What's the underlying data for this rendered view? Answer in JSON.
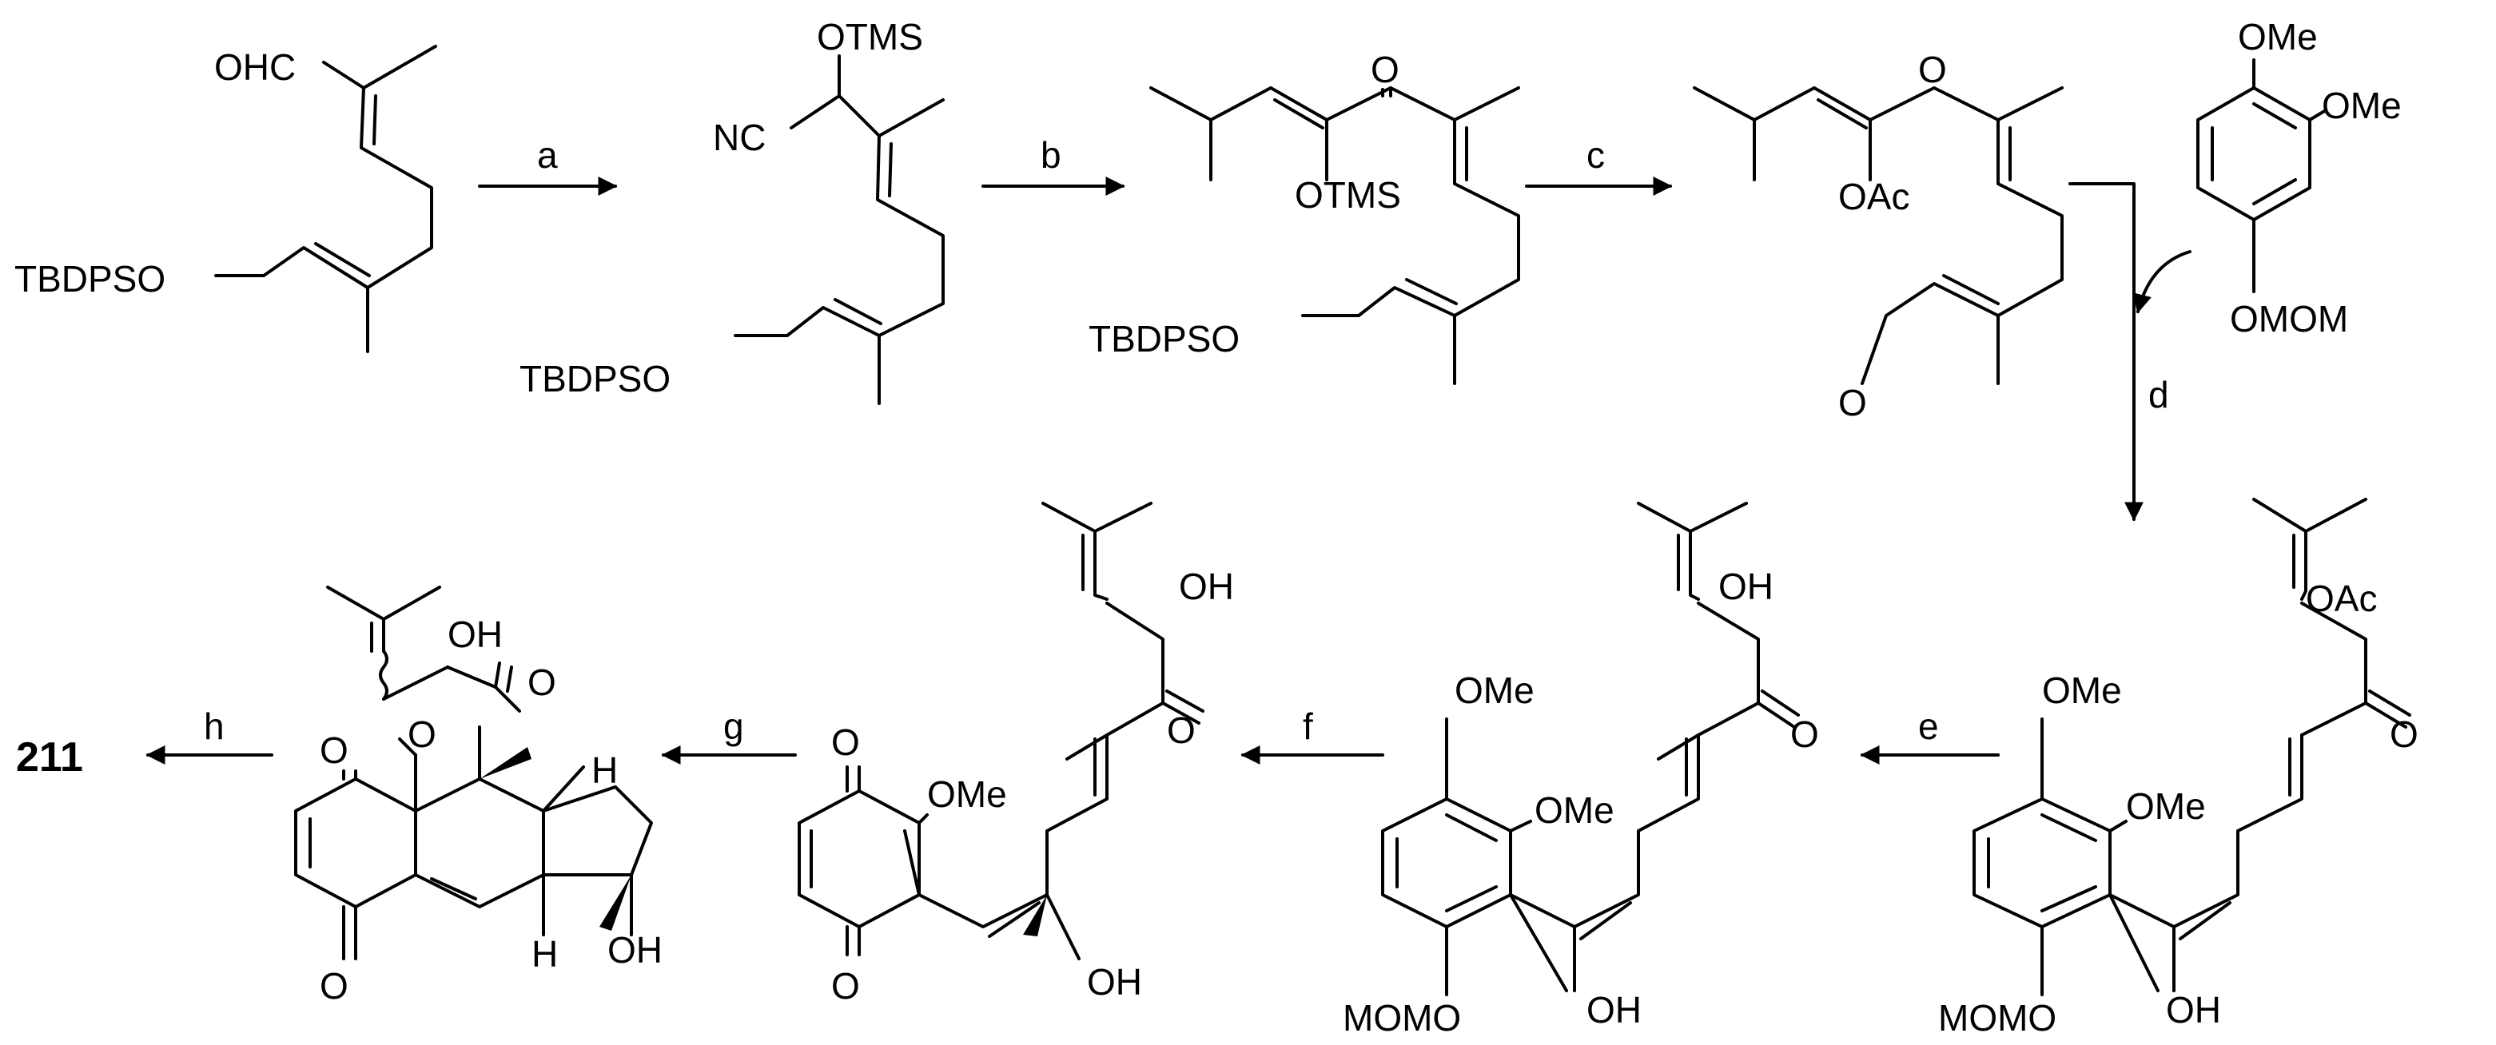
{
  "scheme": {
    "compound_number": "211",
    "steps": {
      "a": "a",
      "b": "b",
      "c": "c",
      "d": "d",
      "e": "e",
      "f": "f",
      "g": "g",
      "h": "h"
    },
    "labels": {
      "tbdpso": "TBDPSO",
      "ohc": "OHC",
      "otms": "OTMS",
      "nc": "NC",
      "oac": "OAc",
      "o": "O",
      "oh": "OH",
      "ome": "OMe",
      "omom": "OMOM",
      "momo": "MOMO",
      "h": "H"
    }
  }
}
